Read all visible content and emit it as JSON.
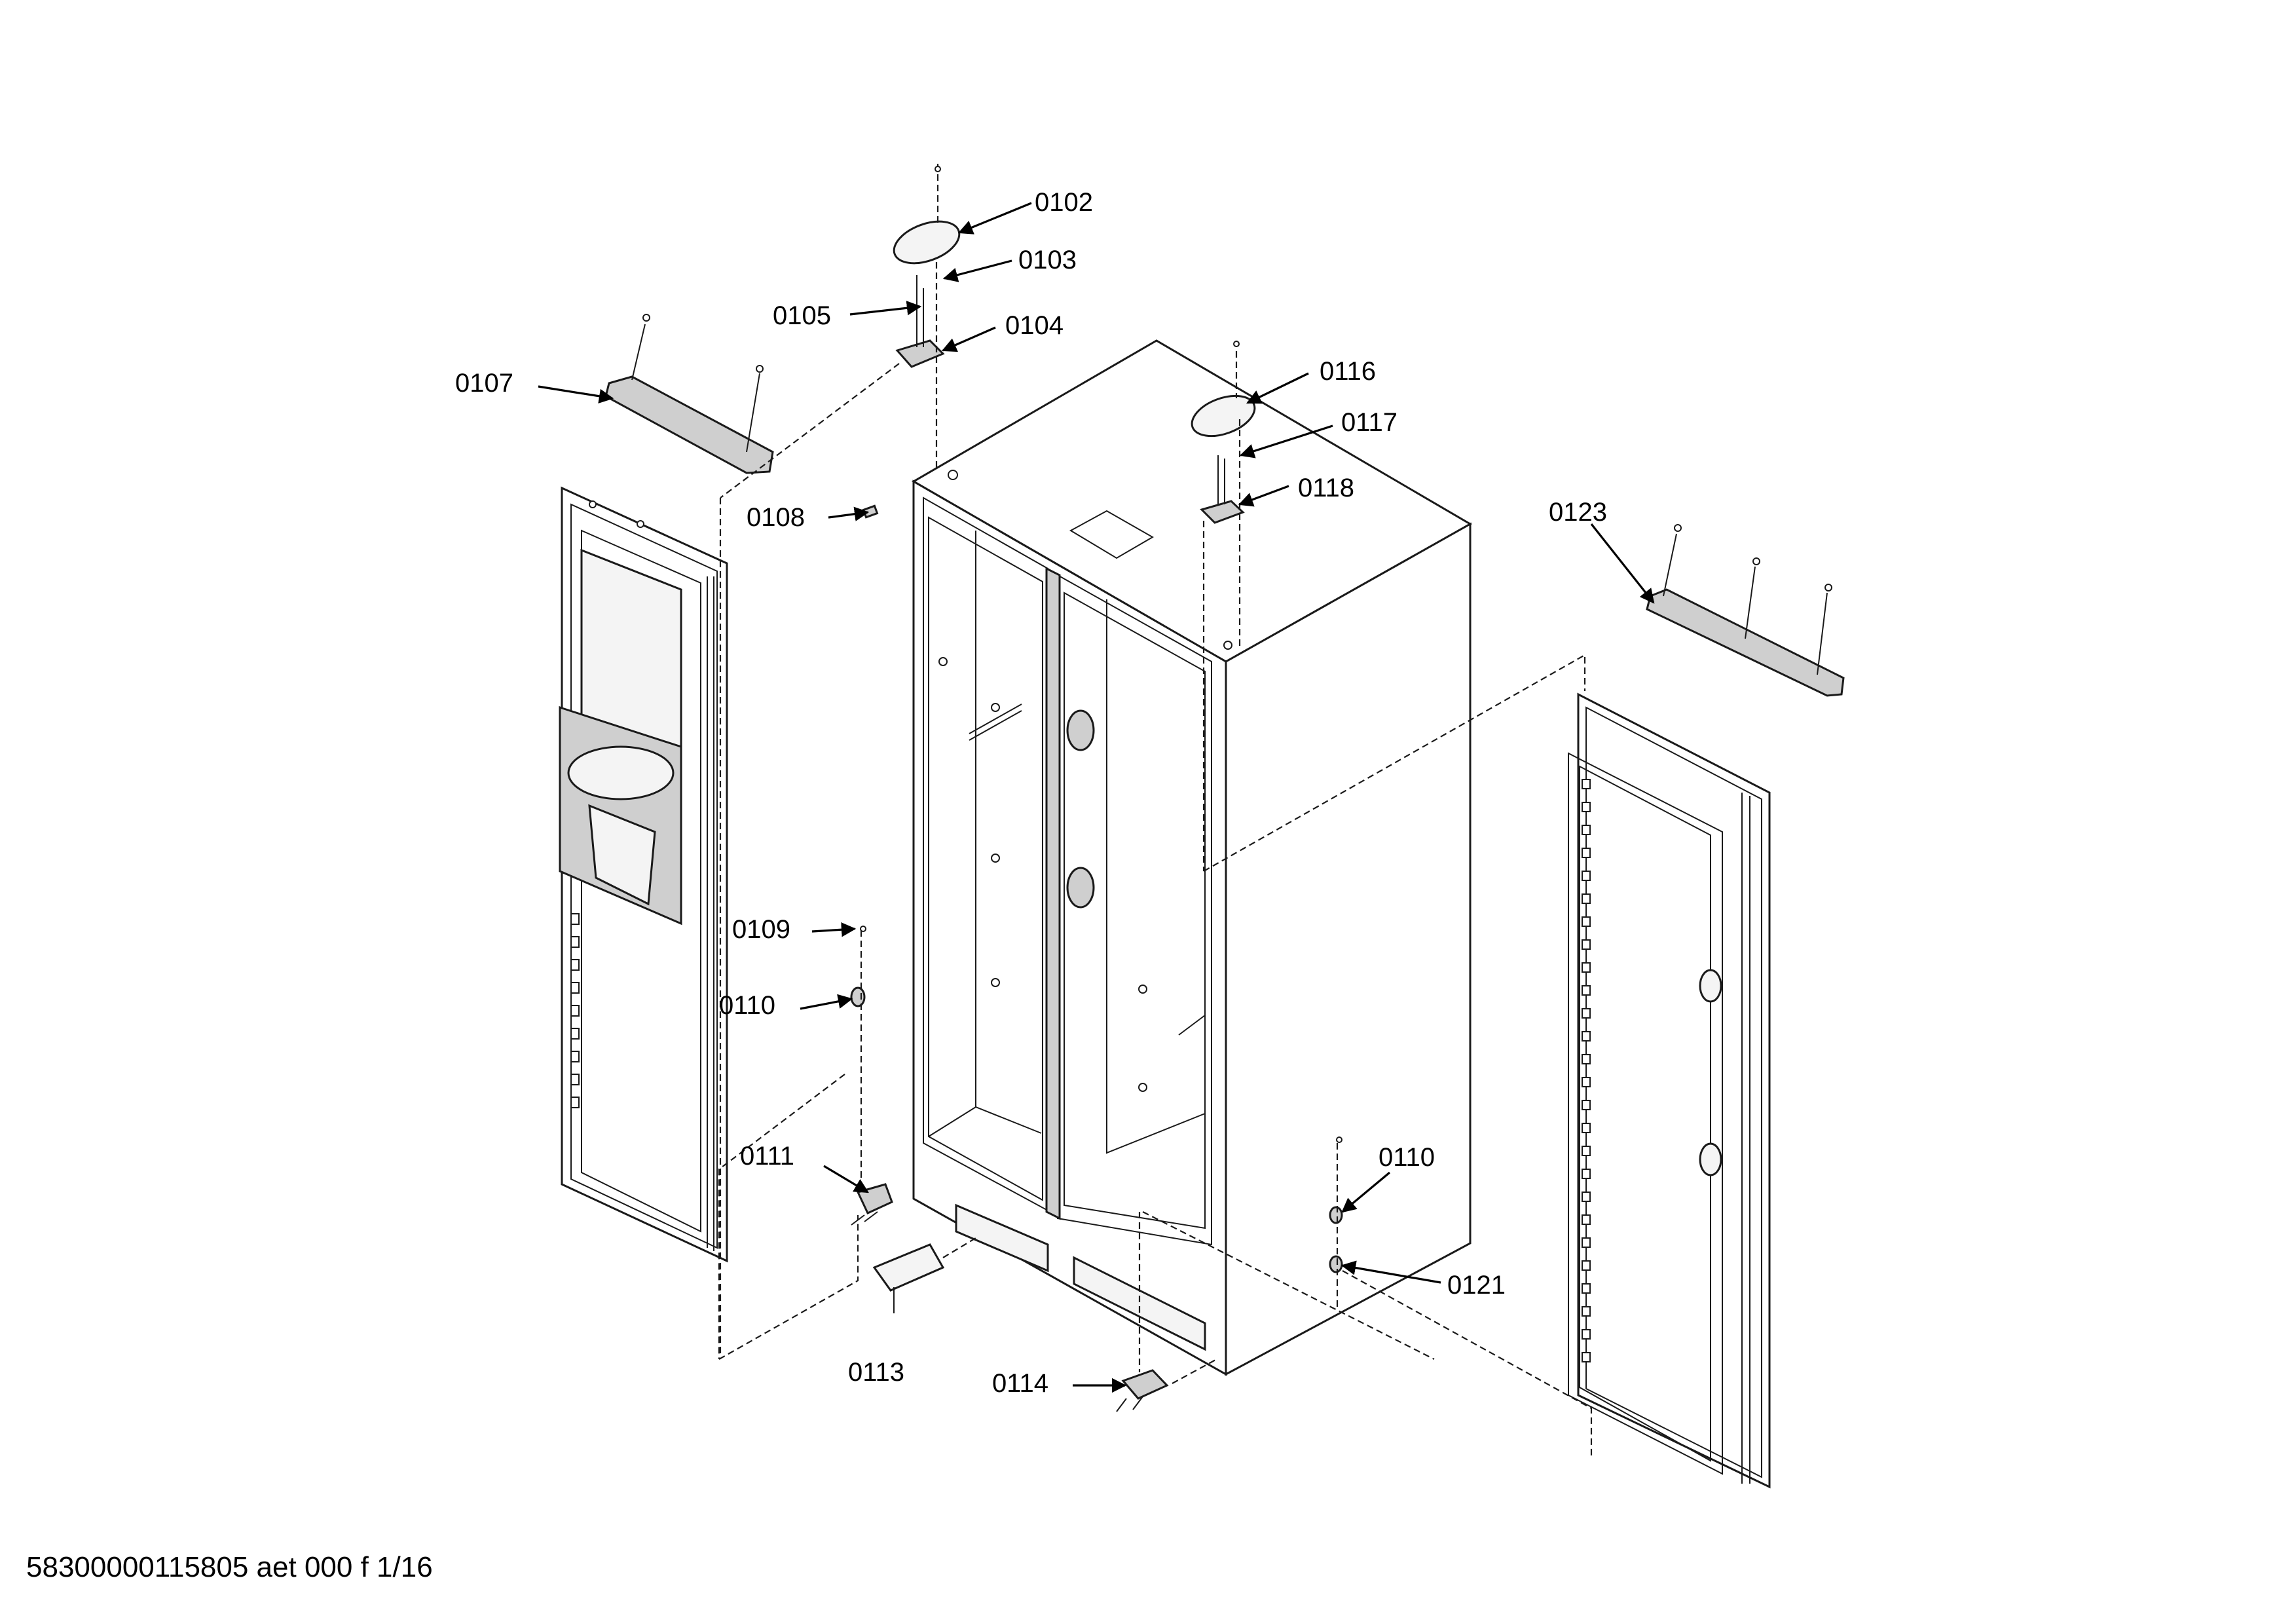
{
  "callouts": {
    "c0102": "0102",
    "c0103": "0103",
    "c0104": "0104",
    "c0105": "0105",
    "c0107": "0107",
    "c0108": "0108",
    "c0109": "0109",
    "c0110a": "0110",
    "c0110b": "0110",
    "c0111": "0111",
    "c0113": "0113",
    "c0114": "0114",
    "c0116": "0116",
    "c0117": "0117",
    "c0118": "0118",
    "c0121": "0121",
    "c0123": "0123"
  },
  "footer": {
    "code": "58300000115805 aet 000 f 1/16"
  }
}
